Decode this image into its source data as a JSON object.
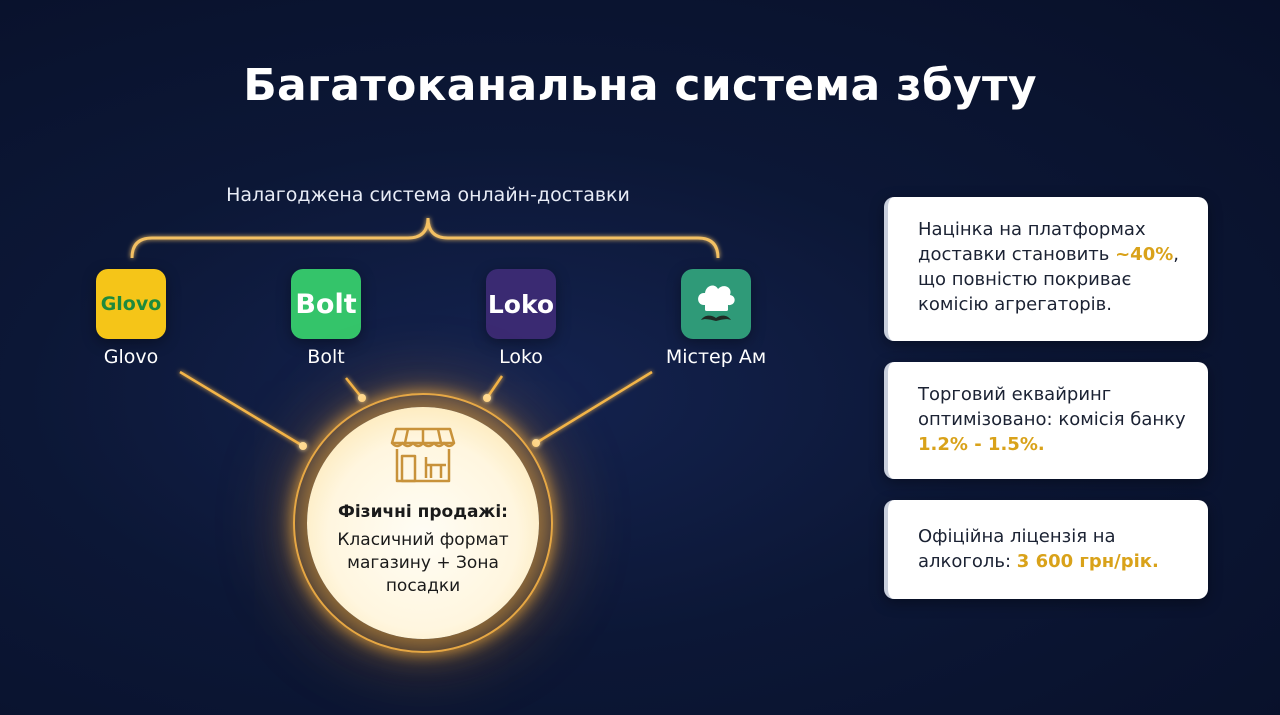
{
  "title": "Багатоканальна система збуту",
  "delivery_label": "Налагоджена система онлайн-доставки",
  "platforms": [
    {
      "name": "Glovo",
      "logo_text": "Glovo",
      "color": "#f5c518"
    },
    {
      "name": "Bolt",
      "logo_text": "Bolt",
      "color": "#34c46a"
    },
    {
      "name": "Loko",
      "logo_text": "Loko",
      "color": "#3a2a72"
    },
    {
      "name": "Містер Ам",
      "icon": "chef-hat-mustache-icon",
      "color": "#2f9a78"
    }
  ],
  "hub": {
    "icon": "storefront-icon",
    "title": "Фізичні продажі:",
    "text": "Класичний формат магазину + Зона посадки"
  },
  "cards": [
    {
      "pre": "Націнка на платформах доставки становить ",
      "highlight": "~40%",
      "post": ", що повністю покриває комісію агрегаторів."
    },
    {
      "pre": "Торговий еквайринг оптимізовано: комісія банку ",
      "highlight": "1.2% - 1.5%.",
      "post": ""
    },
    {
      "pre": "Офіційна ліцензія на алкоголь: ",
      "highlight": "3 600 грн/рік.",
      "post": ""
    }
  ],
  "colors": {
    "background": "#0c1736",
    "glow": "#f6b84a",
    "highlight": "#d9a21a"
  }
}
